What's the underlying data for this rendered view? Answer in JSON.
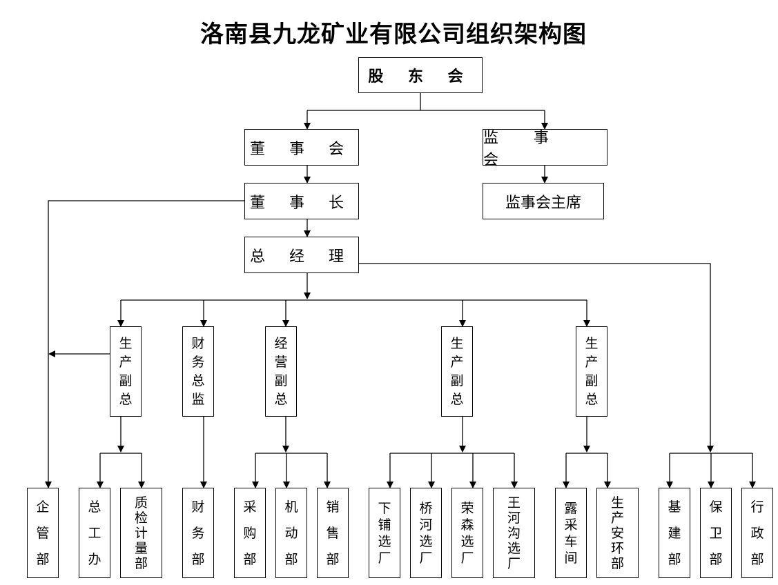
{
  "title": "洛南县九龙矿业有限公司组织架构图",
  "nodes": {
    "shareholders": "股 东 会",
    "board": "董 事 会",
    "supervisors": "监 事 会",
    "chairman": "董 事 长",
    "supervisor_chair": "监事会主席",
    "gm": "总 经 理",
    "vp_prod_1": "生产副总",
    "cfo": "财务总监",
    "vp_ops": "经营副总",
    "vp_prod_2": "生产副总",
    "vp_prod_3": "生产副总",
    "enterprise_mgmt": "企管部",
    "chief_eng": "总工办",
    "qc_metrology": "质检计量部",
    "finance": "财务部",
    "procurement": "采购部",
    "mechanical": "机动部",
    "sales": "销售部",
    "xiapu_plant": "下铺选厂",
    "qiaohe_plant": "桥河选厂",
    "rongsen_plant": "荣森选厂",
    "wanghegou_plant": "王河沟选厂",
    "openpit_workshop": "露采车间",
    "safety_env": "生产安环部",
    "construction": "基建部",
    "security": "保卫部",
    "admin": "行政部"
  }
}
